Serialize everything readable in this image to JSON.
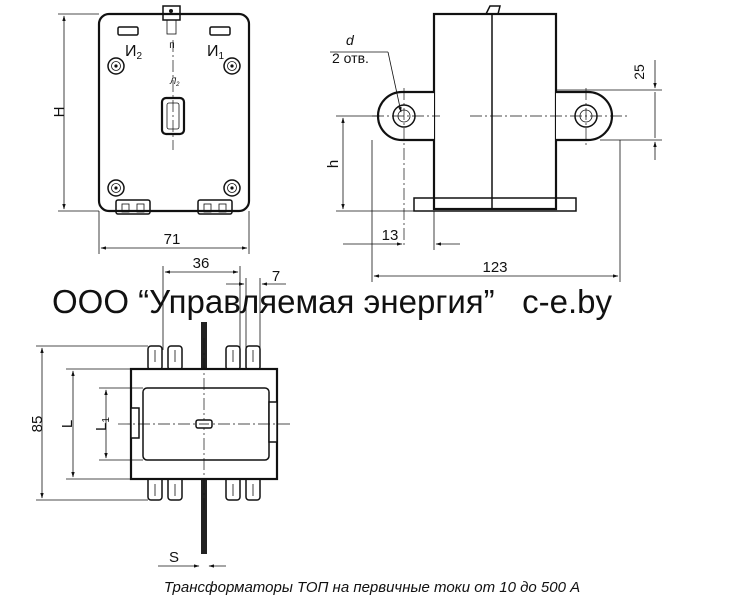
{
  "watermark": "ООО “Управляемая энергия”   c-e.by",
  "caption": "Трансформаторы ТОП на первичные токи от 10 до 500 А",
  "front_view": {
    "terminal_left": "И",
    "terminal_left_sub": "2",
    "terminal_right": "И",
    "terminal_right_sub": "1",
    "top_terminal_mark": "п",
    "center_mark": "Л",
    "center_mark_sub": "2",
    "height_label": "H",
    "width_label": "71"
  },
  "side_view": {
    "hole_label": "d",
    "hole_count": "2 отв.",
    "dim_top": "25",
    "height_label": "h",
    "dim_edge": "13",
    "dim_total": "123"
  },
  "top_view": {
    "dim_pitch": "36",
    "dim_slot": "7",
    "dim_overall": "85",
    "length_label": "L",
    "inner_length_label": "L",
    "inner_length_sub": "1",
    "thickness_label": "S"
  }
}
